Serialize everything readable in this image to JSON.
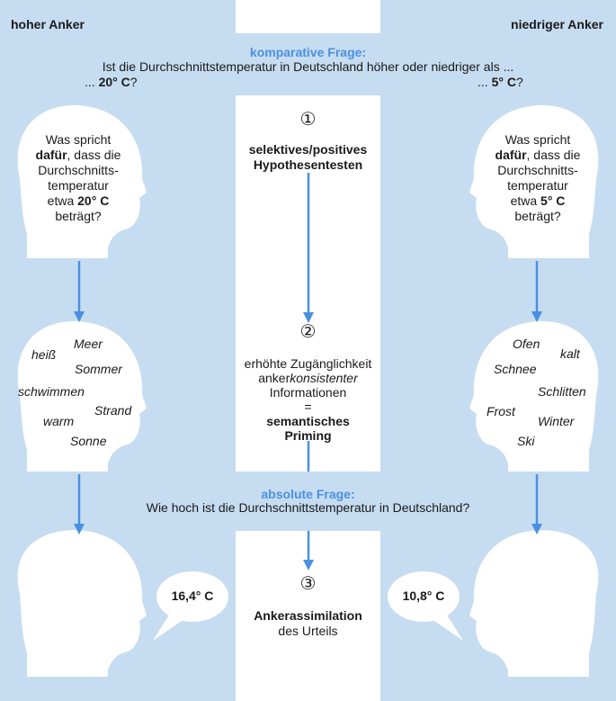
{
  "left_title": "hoher Anker",
  "right_title": "niedriger Anker",
  "comparative": {
    "heading": "komparative Frage:",
    "question": "Ist die Durchschnittstemperatur in Deutschland höher oder niedriger als ...",
    "left_prefix": "... ",
    "left_value": "20° C",
    "right_prefix": "... ",
    "right_value": "5° C",
    "suffix": "?"
  },
  "left_head_text": {
    "line1": "Was spricht",
    "bold_word": "dafür",
    "rest2": ", dass die",
    "line3": "Durchschnitts-",
    "line4": "temperatur",
    "line5_prefix": "etwa ",
    "line5_value": "20° C",
    "line6": "beträgt?"
  },
  "right_head_text": {
    "line1": "Was spricht",
    "bold_word": "dafür",
    "rest2": ", dass die",
    "line3": "Durchschnitts-",
    "line4": "temperatur",
    "line5_prefix": "etwa ",
    "line5_value": "5° C",
    "line6": "beträgt?"
  },
  "left_words": [
    "Meer",
    "heiß",
    "Sommer",
    "schwimmen",
    "Strand",
    "warm",
    "Sonne"
  ],
  "right_words": [
    "Ofen",
    "kalt",
    "Schnee",
    "Schlitten",
    "Frost",
    "Winter",
    "Ski"
  ],
  "center": {
    "step1": "①",
    "step1_line1": "selektives/positives",
    "step1_line2": "Hypothesentesten",
    "step2": "②",
    "step2_line1": "erhöhte Zugänglichkeit",
    "step2_line2_prefix": "anker",
    "step2_line2_italic": "konsistenter",
    "step2_line3": "Informationen",
    "step2_eq": "=",
    "step2_line4": "semantisches",
    "step2_line5": "Priming",
    "step3": "③",
    "step3_line1": "Ankerassimilation",
    "step3_line2": "des Urteils"
  },
  "absolute": {
    "heading": "absolute Frage:",
    "question": "Wie hoch ist die Durchschnittstemperatur in Deutschland?"
  },
  "left_answer": "16,4° C",
  "right_answer": "10,8° C",
  "colors": {
    "panel": "#c6dcf1",
    "arrow": "#4a90e2",
    "heading_blue": "#4a90e2"
  }
}
